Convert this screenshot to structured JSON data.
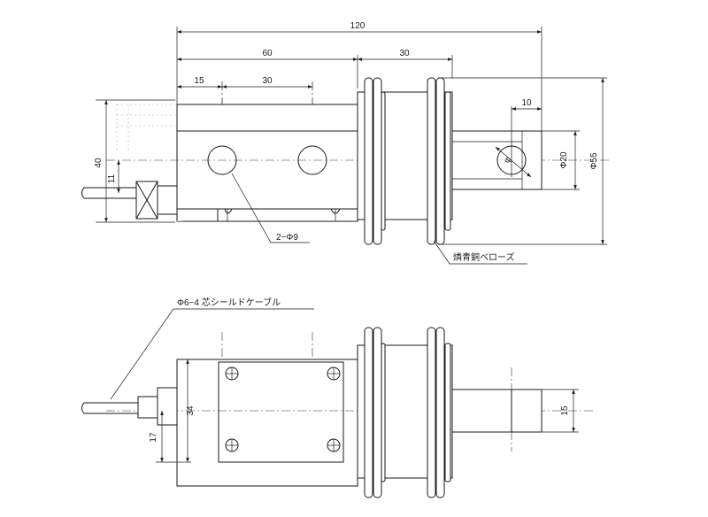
{
  "top_view": {
    "dims": {
      "overall_length": "120",
      "body_length": "60",
      "bellows_length": "30",
      "first_hole_offset": "15",
      "hole_pitch": "30",
      "tip_length": "10",
      "height": "40",
      "cable_offset": "11",
      "tip_diameter": "Φ20",
      "bellows_diameter": "Φ55",
      "tip_hole": "φ"
    },
    "notes": {
      "holes": "2−Φ9",
      "bellows": "燐青銅ベローズ"
    }
  },
  "side_view": {
    "dims": {
      "width": "34",
      "cable_offset": "17",
      "tip_width": "15"
    },
    "notes": {
      "cable": "Φ6−4 芯シールドケーブル"
    }
  }
}
